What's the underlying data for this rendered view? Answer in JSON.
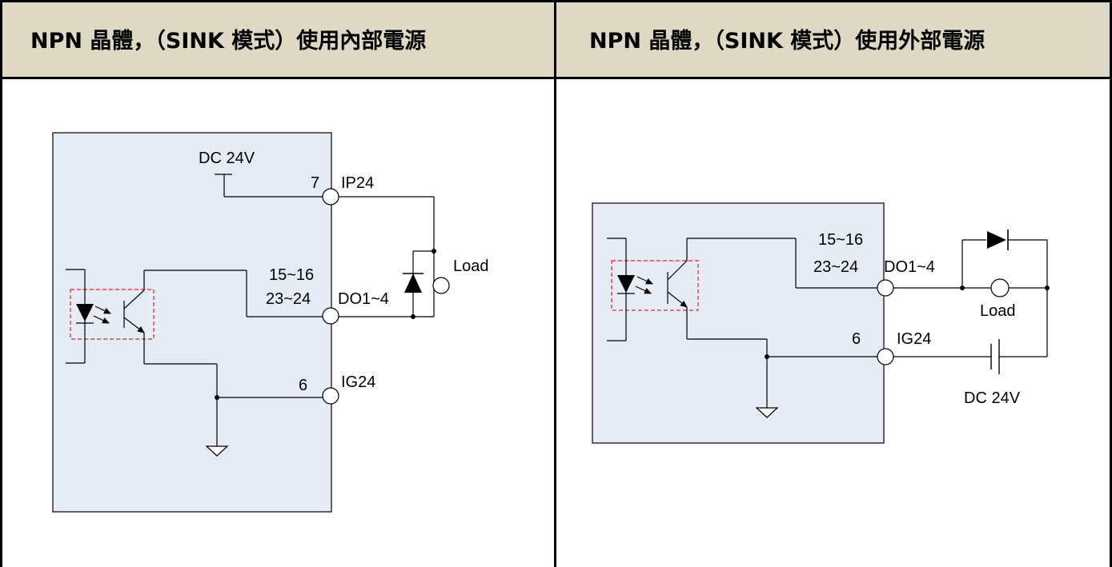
{
  "table": {
    "left_header": "NPN 晶體，（SINK 模式）使用內部電源",
    "right_header": "NPN 晶體，（SINK 模式）使用外部電源"
  },
  "left_diagram": {
    "supply_label": "DC 24V",
    "pin_ip24_number": "7",
    "pin_ip24_name": "IP24",
    "pin_do_numbers_1": "15~16",
    "pin_do_numbers_2": "23~24",
    "pin_do_name": "DO1~4",
    "pin_ig24_number": "6",
    "pin_ig24_name": "IG24",
    "load_label": "Load"
  },
  "right_diagram": {
    "pin_do_numbers_1": "15~16",
    "pin_do_numbers_2": "23~24",
    "pin_do_name": "DO1~4",
    "pin_ig24_number": "6",
    "pin_ig24_name": "IG24",
    "load_label": "Load",
    "supply_label": "DC 24V"
  },
  "colors": {
    "header_bg": "#ddd9c4",
    "panel_fill": "#e6ecf6",
    "optocoupler_box": "#e0252a"
  }
}
